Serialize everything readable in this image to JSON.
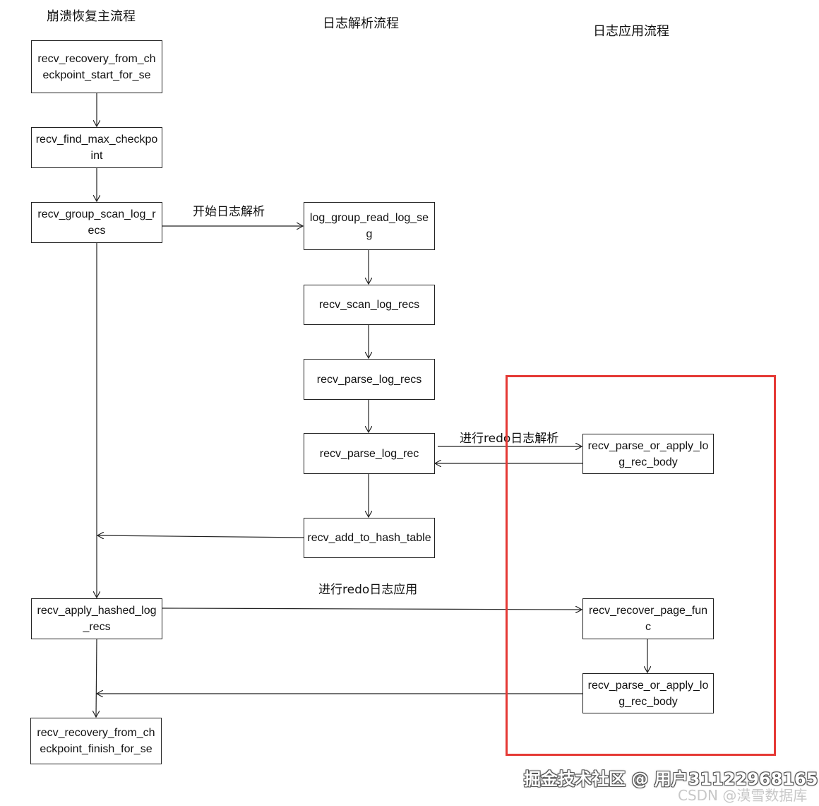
{
  "columns": {
    "main": "崩溃恢复主流程",
    "parse": "日志解析流程",
    "apply": "日志应用流程"
  },
  "nodes": {
    "start_for_se": "recv_recovery_from_checkpoint_start_for_se",
    "find_max_checkpoint": "recv_find_max_checkpoint",
    "group_scan_log_recs": "recv_group_scan_log_recs",
    "log_group_read_log_seg": "log_group_read_log_seg",
    "scan_log_recs": "recv_scan_log_recs",
    "parse_log_recs": "recv_parse_log_recs",
    "parse_log_rec": "recv_parse_log_rec",
    "add_to_hash_table": "recv_add_to_hash_table",
    "apply_hashed_log_recs": "recv_apply_hashed_log_recs",
    "finish_for_se": "recv_recovery_from_checkpoint_finish_for_se",
    "parse_or_apply_1": "recv_parse_or_apply_log_rec_body",
    "recover_page_func": "recv_recover_page_func",
    "parse_or_apply_2": "recv_parse_or_apply_log_rec_body"
  },
  "edge_labels": {
    "start_parse": "开始日志解析",
    "redo_parse": "进行redo日志解析",
    "redo_apply": "进行redo日志应用"
  },
  "highlight_color": "#e53935",
  "watermark": {
    "juejin": "掘金技术社区 @ 用户3112296816​5",
    "csdn": "CSDN @漠雪数据库"
  }
}
